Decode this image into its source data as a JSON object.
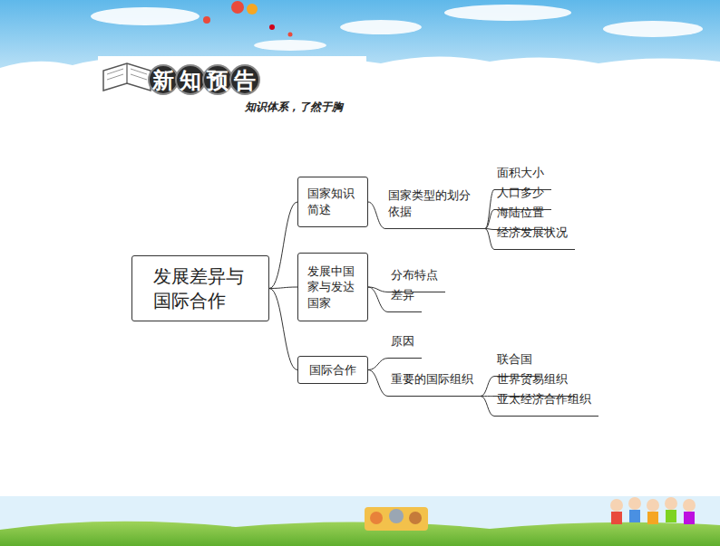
{
  "diagram": {
    "title": "新知预告",
    "nodes": [
      {
        "text": [
          "发展差异与国际合作"
        ]
      },
      {
        "text": [
          "国家知识简述"
        ]
      },
      {
        "text": [
          "国家类型的划分依据"
        ]
      },
      {
        "text": [
          "面积大小"
        ]
      },
      {
        "text": [
          "人口多少"
        ]
      },
      {
        "text": [
          "海陆位置"
        ]
      },
      {
        "text": [
          "经济发展状况"
        ]
      },
      {
        "text": [
          "发展中国家与发达国家"
        ]
      },
      {
        "text": [
          "分布特点"
        ]
      },
      {
        "text": [
          "差异"
        ]
      },
      {
        "text": [
          "国际合作"
        ]
      },
      {
        "text": [
          "原因"
        ]
      },
      {
        "text": [
          "重要的国际组织"
        ]
      },
      {
        "text": [
          "联合国"
        ]
      },
      {
        "text": [
          "世界贸易组织"
        ]
      },
      {
        "text": [
          "亚太经济合作组织"
        ]
      }
    ],
    "edges": [
      {
        "from": 0,
        "to": 1,
        "arrow": "none"
      },
      {
        "from": 0,
        "to": 7,
        "arrow": "none"
      },
      {
        "from": 0,
        "to": 10,
        "arrow": "none"
      },
      {
        "from": 1,
        "to": 2,
        "arrow": "none"
      },
      {
        "from": 2,
        "to": 3,
        "arrow": "none"
      },
      {
        "from": 2,
        "to": 4,
        "arrow": "none"
      },
      {
        "from": 2,
        "to": 5,
        "arrow": "none"
      },
      {
        "from": 2,
        "to": 6,
        "arrow": "none"
      },
      {
        "from": 7,
        "to": 8,
        "arrow": "none"
      },
      {
        "from": 7,
        "to": 9,
        "arrow": "none"
      },
      {
        "from": 10,
        "to": 11,
        "arrow": "none"
      },
      {
        "from": 10,
        "to": 12,
        "arrow": "none"
      },
      {
        "from": 12,
        "to": 13,
        "arrow": "none"
      },
      {
        "from": 12,
        "to": 14,
        "arrow": "none"
      },
      {
        "from": 12,
        "to": 15,
        "arrow": "none"
      }
    ],
    "labels": [
      "知识体系，了然于胸"
    ]
  }
}
